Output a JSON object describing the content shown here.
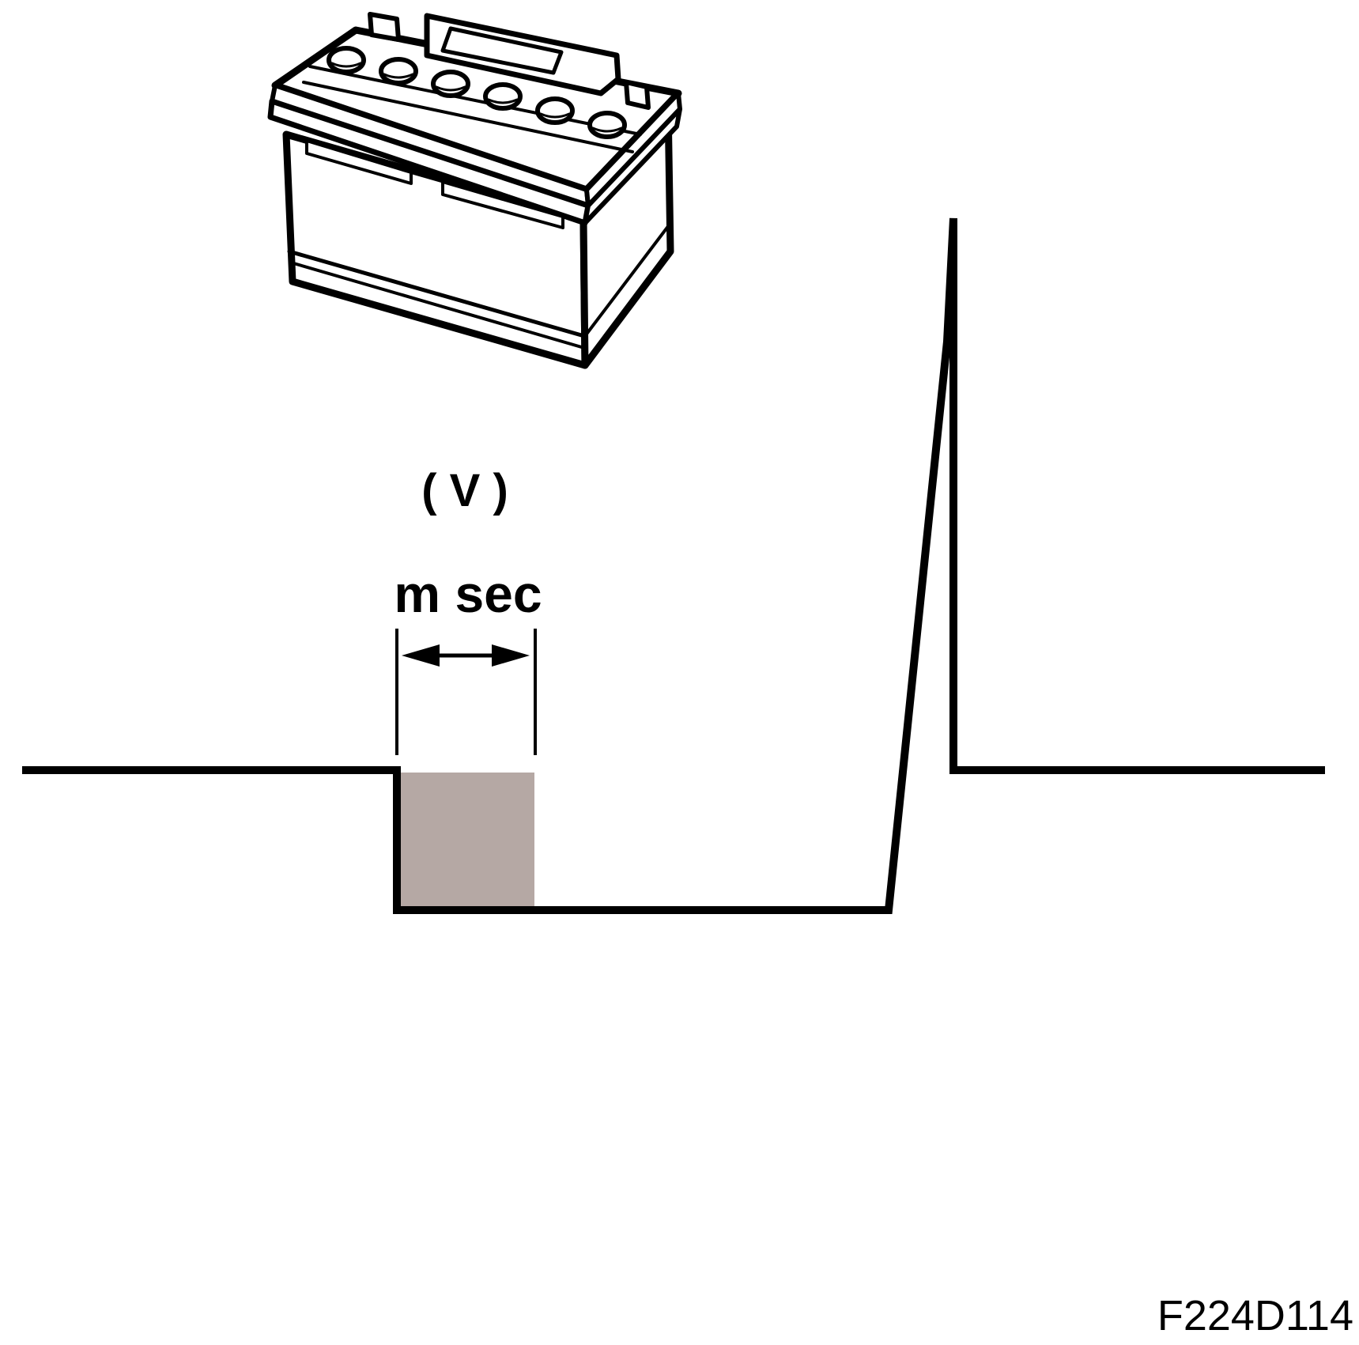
{
  "labels": {
    "voltage_unit": "( V )",
    "time_unit": "m sec",
    "figure_code": "F224D114"
  },
  "colors": {
    "line": "#000000",
    "shaded_interval": "#b5a8a4",
    "background": "#ffffff"
  },
  "icons": {
    "battery": "car-battery-icon"
  }
}
